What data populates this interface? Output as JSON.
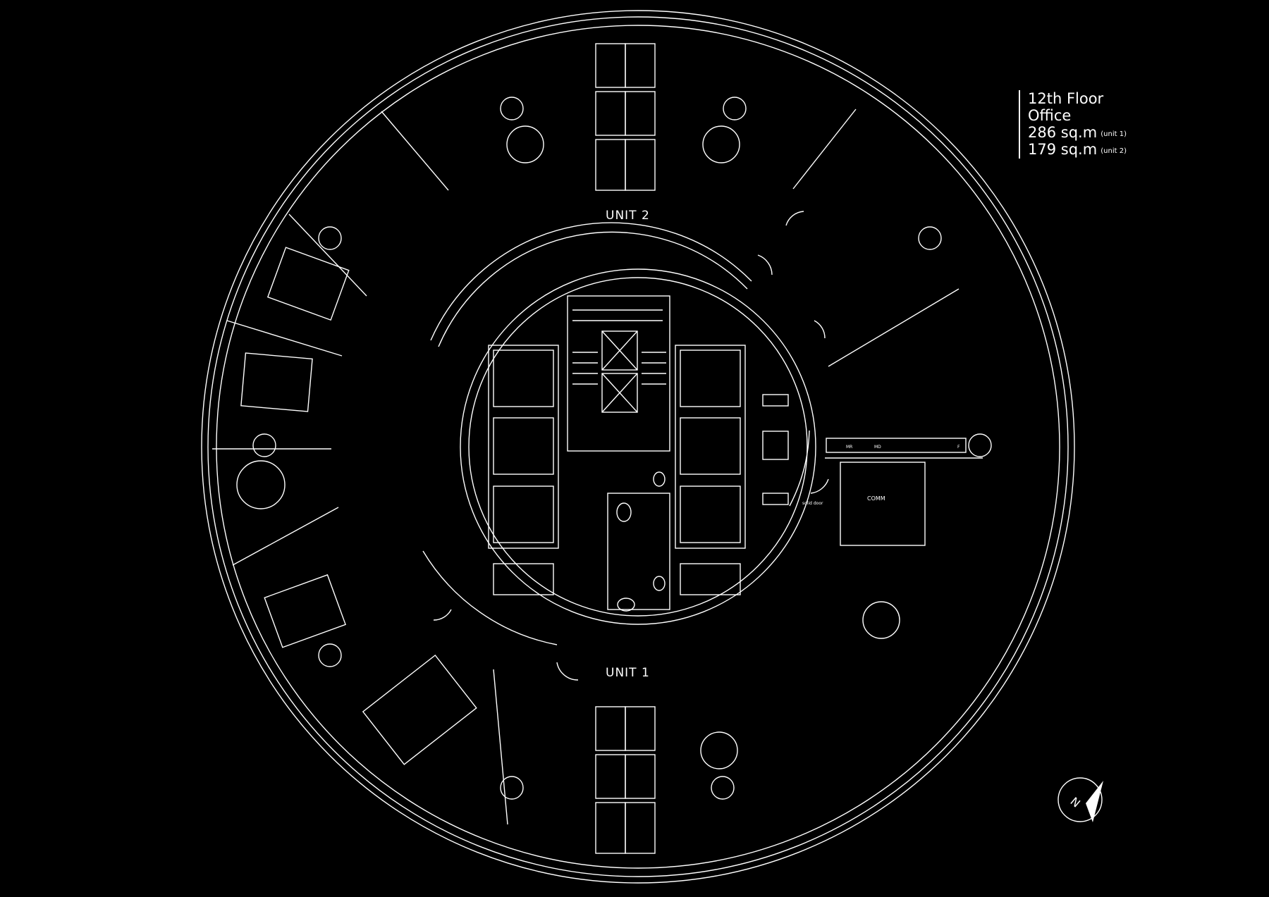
{
  "legend": {
    "floor": "12th Floor",
    "use": "Office",
    "area_unit1": "286 sq.m",
    "area_unit1_note": "(unit 1)",
    "area_unit2": "179 sq.m",
    "area_unit2_note": "(unit 2)"
  },
  "units": {
    "unit1": "UNIT 1",
    "unit2": "UNIT 2"
  },
  "rooms": {
    "comm": "COMM",
    "solid_door": "solid door",
    "mr1": "MR",
    "mr2": "MD",
    "f": "F"
  },
  "compass": {
    "letter": "N"
  },
  "colors": {
    "background": "#000000",
    "line": "#ffffff"
  }
}
